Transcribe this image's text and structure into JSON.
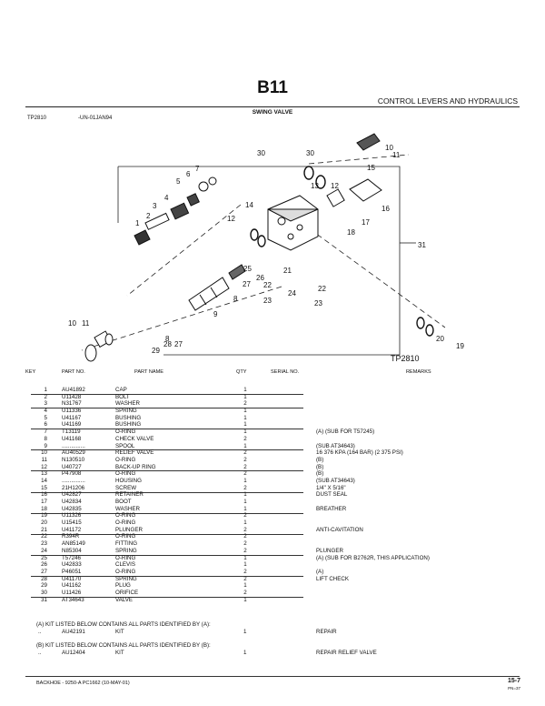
{
  "header": {
    "code": "B11",
    "section": "CONTROL LEVERS AND HYDRAULICS",
    "subtitle": "SWING VALVE",
    "ref": "TP2810",
    "ref_date": "-UN-01JAN94"
  },
  "diagram": {
    "image_label": "TP2810",
    "callouts": [
      "1",
      "2",
      "3",
      "4",
      "5",
      "6",
      "7",
      "8",
      "9",
      "10",
      "11",
      "12",
      "13",
      "14",
      "15",
      "16",
      "17",
      "18",
      "19",
      "20",
      "21",
      "22",
      "23",
      "24",
      "25",
      "26",
      "27",
      "28",
      "29",
      "30",
      "31"
    ]
  },
  "columns": {
    "key": "KEY",
    "part_no": "PART NO.",
    "part_name": "PART NAME",
    "qty": "QTY",
    "serial_no": "SERIAL NO.",
    "remarks": "REMARKS"
  },
  "parts": [
    {
      "key": "1",
      "part": "AU41892",
      "name": "CAP",
      "qty": "1",
      "remarks": ""
    },
    {
      "key": "2",
      "part": "U11428",
      "name": "BOLT",
      "qty": "1",
      "remarks": ""
    },
    {
      "key": "3",
      "part": "N31767",
      "name": "WASHER",
      "qty": "2",
      "remarks": ""
    },
    {
      "key": "4",
      "part": "U11336",
      "name": "SPRING",
      "qty": "1",
      "remarks": ""
    },
    {
      "key": "5",
      "part": "U41167",
      "name": "BUSHING",
      "qty": "1",
      "remarks": ""
    },
    {
      "key": "6",
      "part": "U41169",
      "name": "BUSHING",
      "qty": "1",
      "remarks": ""
    },
    {
      "key": "7",
      "part": "T13119",
      "name": "O-RING",
      "qty": "1",
      "remarks": "(A) (SUB FOR T57245)"
    },
    {
      "key": "8",
      "part": "U41168",
      "name": "CHECK VALVE",
      "qty": "2",
      "remarks": ""
    },
    {
      "key": "9",
      "part": "...............",
      "name": "SPOOL",
      "qty": "1",
      "remarks": "(SUB AT34643)"
    },
    {
      "key": "10",
      "part": "AU40529",
      "name": "RELIEF VALVE",
      "qty": "2",
      "remarks": "16 376 KPA (164 BAR) (2 375 PSI)"
    },
    {
      "key": "11",
      "part": "N130510",
      "name": "O-RING",
      "qty": "2",
      "remarks": "(B)"
    },
    {
      "key": "12",
      "part": "U40727",
      "name": "BACK-UP RING",
      "qty": "2",
      "remarks": "(B)"
    },
    {
      "key": "13",
      "part": "P47908",
      "name": "O-RING",
      "qty": "2",
      "remarks": "(B)"
    },
    {
      "key": "14",
      "part": "...............",
      "name": "HOUSING",
      "qty": "1",
      "remarks": "(SUB AT34643)"
    },
    {
      "key": "15",
      "part": "21H1206",
      "name": "SCREW",
      "qty": "2",
      "remarks": "1/4\" X 5/16\""
    },
    {
      "key": "16",
      "part": "U42827",
      "name": "RETAINER",
      "qty": "1",
      "remarks": "DUST SEAL"
    },
    {
      "key": "17",
      "part": "U42834",
      "name": "BOOT",
      "qty": "1",
      "remarks": ""
    },
    {
      "key": "18",
      "part": "U42835",
      "name": "WASHER",
      "qty": "1",
      "remarks": "BREATHER"
    },
    {
      "key": "19",
      "part": "U11326",
      "name": "O-RING",
      "qty": "2",
      "remarks": ""
    },
    {
      "key": "20",
      "part": "U15415",
      "name": "O-RING",
      "qty": "1",
      "remarks": ""
    },
    {
      "key": "21",
      "part": "U41172",
      "name": "PLUNGER",
      "qty": "2",
      "remarks": "ANTI-CAVITATION"
    },
    {
      "key": "22",
      "part": "R394R",
      "name": "O-RING",
      "qty": "2",
      "remarks": ""
    },
    {
      "key": "23",
      "part": "AN85149",
      "name": "FITTING",
      "qty": "2",
      "remarks": ""
    },
    {
      "key": "24",
      "part": "N85304",
      "name": "SPRING",
      "qty": "2",
      "remarks": "PLUNGER"
    },
    {
      "key": "25",
      "part": "T57246",
      "name": "O-RING",
      "qty": "1",
      "remarks": "(A) (SUB FOR B2762R, THIS APPLICATION)"
    },
    {
      "key": "26",
      "part": "U42833",
      "name": "CLEVIS",
      "qty": "1",
      "remarks": ""
    },
    {
      "key": "27",
      "part": "P46051",
      "name": "O-RING",
      "qty": "2",
      "remarks": "(A)"
    },
    {
      "key": "28",
      "part": "U41170",
      "name": "SPRING",
      "qty": "2",
      "remarks": "LIFT CHECK"
    },
    {
      "key": "29",
      "part": "U41162",
      "name": "PLUG",
      "qty": "1",
      "remarks": ""
    },
    {
      "key": "30",
      "part": "U11426",
      "name": "ORIFICE",
      "qty": "2",
      "remarks": ""
    },
    {
      "key": "31",
      "part": "AT34643",
      "name": "VALVE",
      "qty": "1",
      "remarks": ""
    }
  ],
  "kits": [
    {
      "note": "(A) KIT LISTED BELOW CONTAINS ALL PARTS IDENTIFIED BY (A):",
      "key": "..",
      "part": "AU42191",
      "name": "KIT",
      "qty": "1",
      "remarks": "REPAIR"
    },
    {
      "note": "(B) KIT LISTED BELOW CONTAINS ALL PARTS IDENTIFIED BY (B):",
      "key": "..",
      "part": "AU12404",
      "name": "KIT",
      "qty": "1",
      "remarks": "REPAIR RELIEF VALVE"
    }
  ],
  "footer": {
    "left": "BACKHOE - 9250-A   PC1662   (10-MAY-01)",
    "page": "15-7",
    "page_sub": "PN=37"
  }
}
